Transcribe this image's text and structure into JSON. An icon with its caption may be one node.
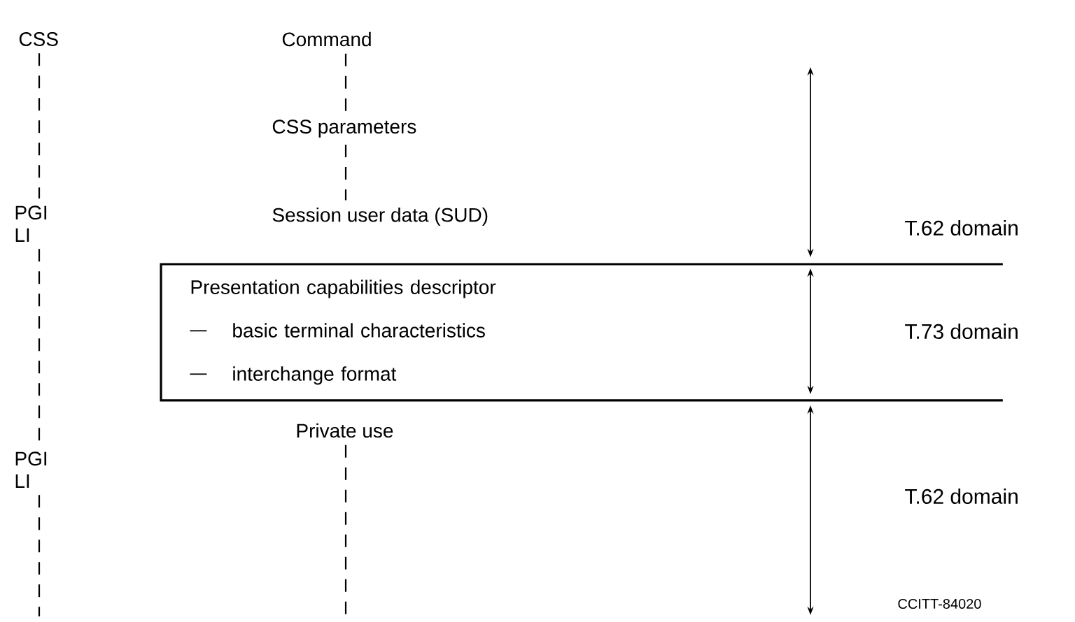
{
  "diagram": {
    "nodes": [
      {
        "text": [
          "CSS"
        ]
      },
      {
        "text": [
          "Command"
        ]
      },
      {
        "text": [
          "CSS parameters"
        ]
      },
      {
        "text": [
          "Session user data (SUD)"
        ]
      },
      {
        "text": [
          "PGI LI"
        ]
      },
      {
        "text": [
          "Presentation capabilities descriptor",
          "basic terminal characteristics",
          "interchange format"
        ]
      },
      {
        "text": [
          "Private use"
        ]
      },
      {
        "text": [
          "PGI LI"
        ]
      }
    ],
    "edges": [
      {
        "from": 0,
        "to": 4,
        "arrow": "none",
        "style": "dashed"
      },
      {
        "from": 4,
        "to": 7,
        "arrow": "none",
        "style": "dashed"
      },
      {
        "from": 7,
        "to": null,
        "arrow": "none",
        "style": "dashed"
      },
      {
        "from": 1,
        "to": 2,
        "arrow": "none",
        "style": "dashed"
      },
      {
        "from": 2,
        "to": 3,
        "arrow": "none",
        "style": "dashed"
      },
      {
        "from": 6,
        "to": null,
        "arrow": "none",
        "style": "dashed"
      }
    ],
    "labels": [
      "T.62 domain",
      "T.73 domain",
      "T.62 domain",
      "CCITT-84020"
    ]
  }
}
